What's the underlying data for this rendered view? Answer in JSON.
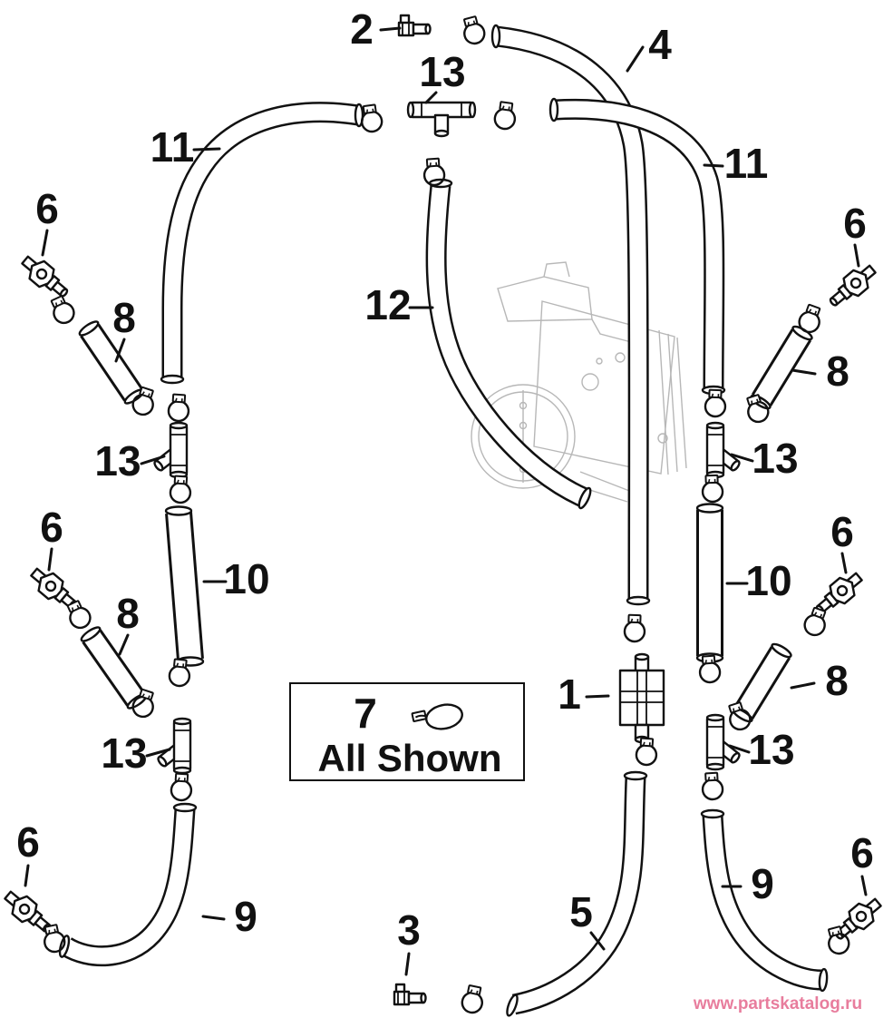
{
  "diagram": {
    "colors": {
      "line": "#111111",
      "watermark": "#e87d9d"
    },
    "watermark": "www.partskatalog.ru",
    "note_box": {
      "callout": "7",
      "label": "All Shown"
    },
    "callouts": {
      "part2_top": "2",
      "tee_top": "13",
      "hose4": "4",
      "hose11_left": "11",
      "hose11_right": "11",
      "conn6_top_left": "6",
      "conn6_top_right": "6",
      "tube8_upper_left": "8",
      "hose12": "12",
      "tube8_upper_right": "8",
      "tee_mid_left": "13",
      "tee_mid_right": "13",
      "conn6_mid_left": "6",
      "conn6_mid_right": "6",
      "tube10_left": "10",
      "tube10_right": "10",
      "tube8_lower_left": "8",
      "tube8_lower_right": "8",
      "part1": "1",
      "tee_lower_left": "13",
      "tee_lower_right": "13",
      "conn6_bottom_left": "6",
      "conn6_bottom_right": "6",
      "hose9_left": "9",
      "hose9_right": "9",
      "part3": "3",
      "hose5": "5"
    }
  }
}
